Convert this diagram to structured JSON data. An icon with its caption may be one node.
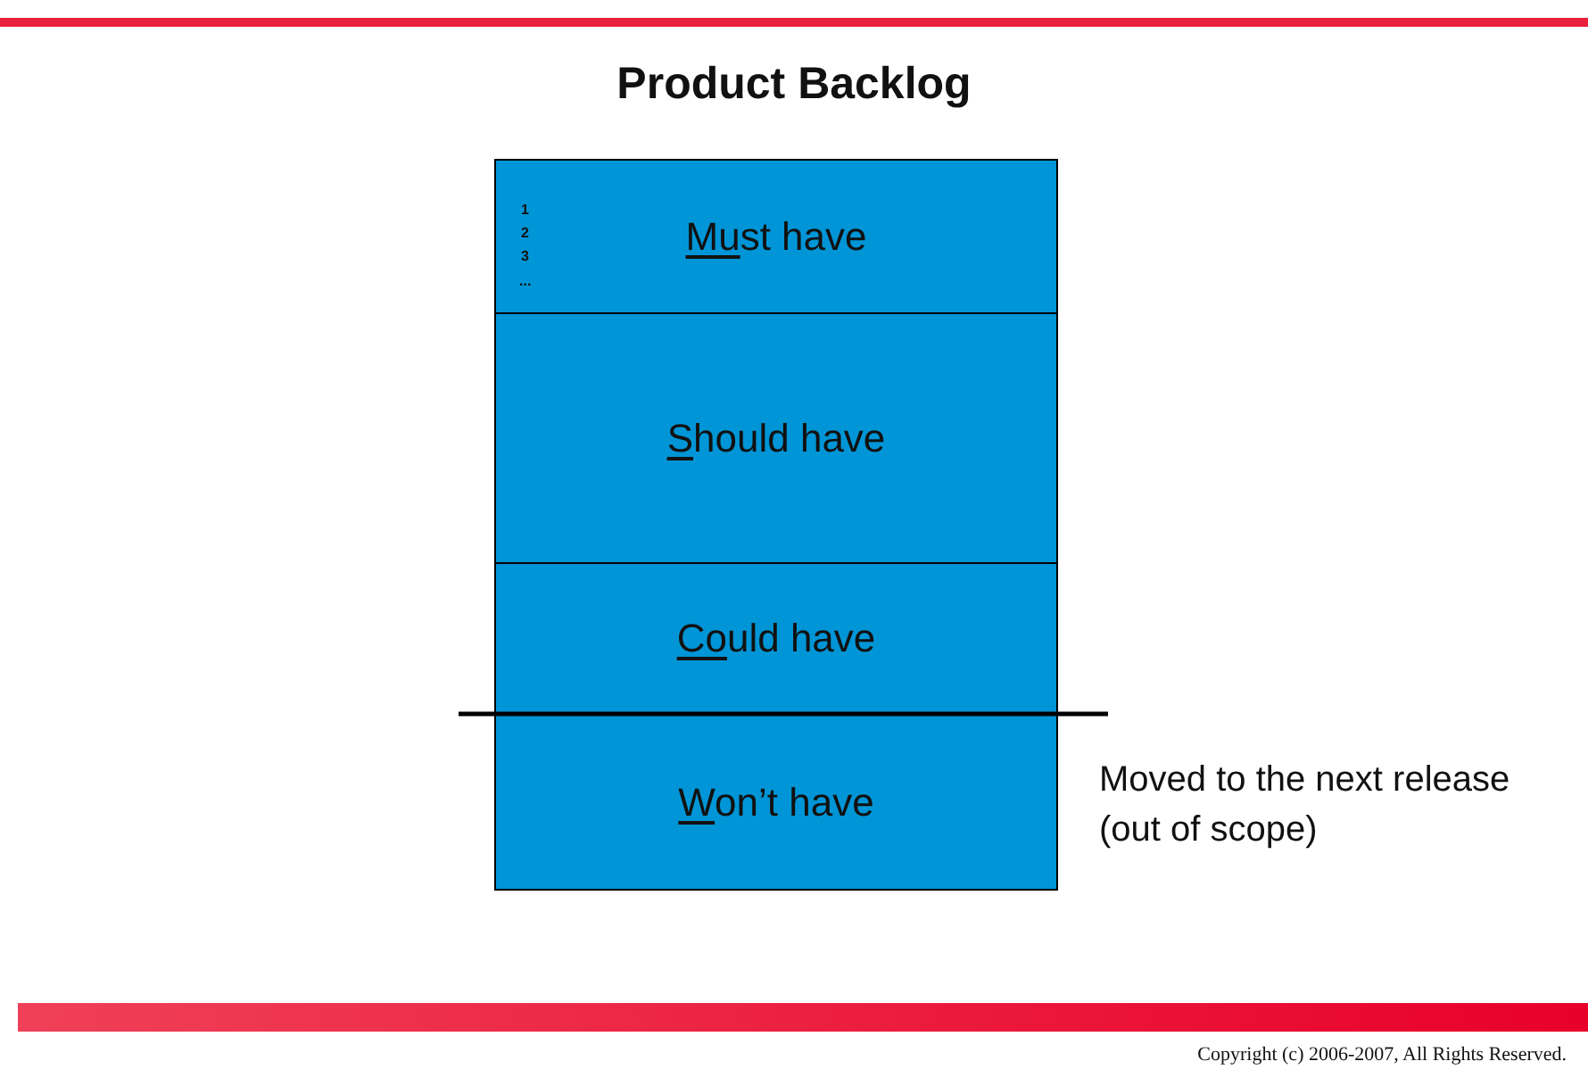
{
  "diagram": {
    "title": "Product Backlog",
    "nodes": [
      {
        "text": [
          "Must have"
        ]
      },
      {
        "text": [
          "Should have"
        ]
      },
      {
        "text": [
          "Could have"
        ]
      },
      {
        "text": [
          "Won’t have"
        ],
        "beside": [
          "Moved to the next release (out of scope)"
        ]
      }
    ],
    "labels": [
      "1",
      "2",
      "3",
      "...",
      "Copyright (c) 2006-2007, All Rights Reserved."
    ]
  }
}
